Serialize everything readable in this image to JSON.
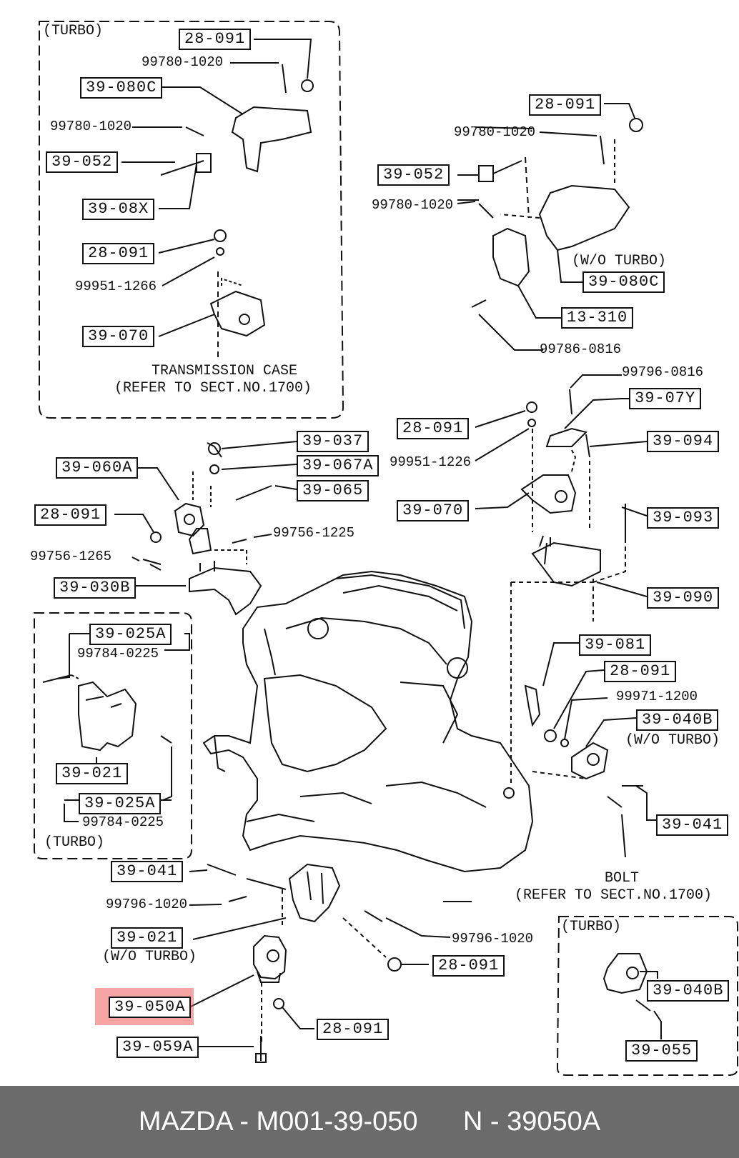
{
  "groups": {
    "turbo_top": "(TURBO)",
    "turbo_left": "(TURBO)",
    "turbo_right": "(TURBO)"
  },
  "notes": {
    "trans_case_1": "TRANSMISSION CASE",
    "trans_case_2": "(REFER TO SECT.NO.1700)",
    "wo_turbo_1": "(W/O TURBO)",
    "wo_turbo_2": "(W/O TURBO)",
    "wo_turbo_3": "(W/O TURBO)",
    "bolt_1": "BOLT",
    "bolt_2": "(REFER TO SECT.NO.1700)"
  },
  "part_labels": {
    "tt_28091": "28-091",
    "tt_39080c": "39-080C",
    "tt_39052": "39-052",
    "tt_3908x": "39-08X",
    "tt_28091b": "28-091",
    "tt_39070": "39-070",
    "tr_28091": "28-091",
    "tr_39052": "39-052",
    "tr_39080c": "39-080C",
    "tr_13310": "13-310",
    "m_39037": "39-037",
    "m_39067a": "39-067A",
    "m_39065": "39-065",
    "m_39060a": "39-060A",
    "m_28091": "28-091",
    "m_39030b": "39-030B",
    "r_39007y": "39-07Y",
    "r_39094": "39-094",
    "r_28091": "28-091",
    "r_39070": "39-070",
    "r_39093": "39-093",
    "r_39090": "39-090",
    "r_39081": "39-081",
    "r_28091b": "28-091",
    "r_39040b": "39-040B",
    "r_39041": "39-041",
    "l_39025a": "39-025A",
    "l_39021": "39-021",
    "l_39025a_b": "39-025A",
    "b_39041": "39-041",
    "b_39021": "39-021",
    "b_28091": "28-091",
    "b_39050a": "39-050A",
    "b_28091b": "28-091",
    "b_39059a": "39-059A",
    "br_39040b": "39-040B",
    "br_39055": "39-055"
  },
  "bolt_numbers": {
    "n1": "99780-1020",
    "n2": "99780-1020",
    "n3": "99951-1266",
    "n4": "99780-1020",
    "n5": "99780-1020",
    "n6": "99786-0816",
    "n7": "99796-0816",
    "n8": "99951-1226",
    "n9": "99756-1225",
    "n10": "99756-1265",
    "n11": "99784-0225",
    "n12": "99784-0225",
    "n13": "99971-1200",
    "n14": "99796-1020",
    "n15": "99796-1020"
  },
  "highlight_color": "#f05a5a",
  "footer": {
    "text": "MAZDA - M001-39-050      N - 39050A"
  }
}
